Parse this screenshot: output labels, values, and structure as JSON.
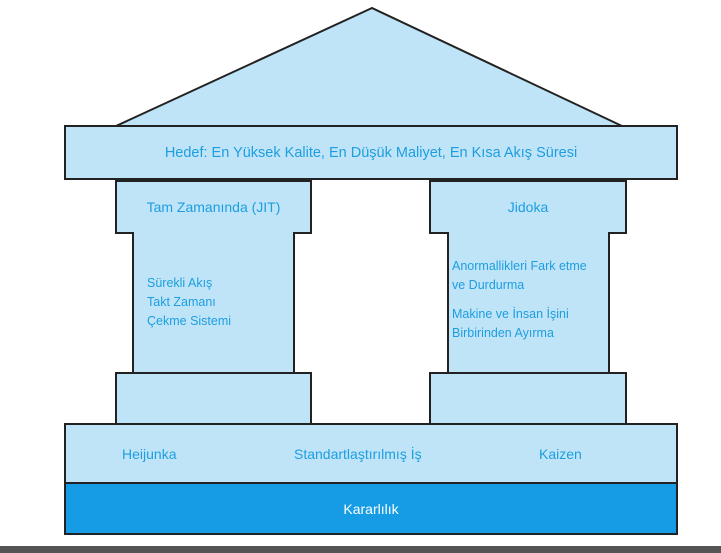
{
  "roof": {
    "goal": "Hedef: En Yüksek Kalite, En Düşük Maliyet, En Kısa Akış Süresi"
  },
  "pillars": [
    {
      "title": "Tam Zamanında (JIT)",
      "items": [
        "Sürekli Akış",
        "Takt Zamanı",
        "Çekme Sistemi"
      ]
    },
    {
      "title": "Jidoka",
      "items": [
        "Anormallikleri Fark etme ve Durdurma",
        "Makine ve İnsan İşini Birbirinden Ayırma"
      ]
    }
  ],
  "foundation": {
    "items": [
      "Heijunka",
      "Standartlaştırılmış İş",
      "Kaizen"
    ],
    "base": "Kararlılık"
  },
  "colors": {
    "fill": "#bfe4f7",
    "text": "#1d9ee0",
    "base_fill": "#159ce4"
  }
}
